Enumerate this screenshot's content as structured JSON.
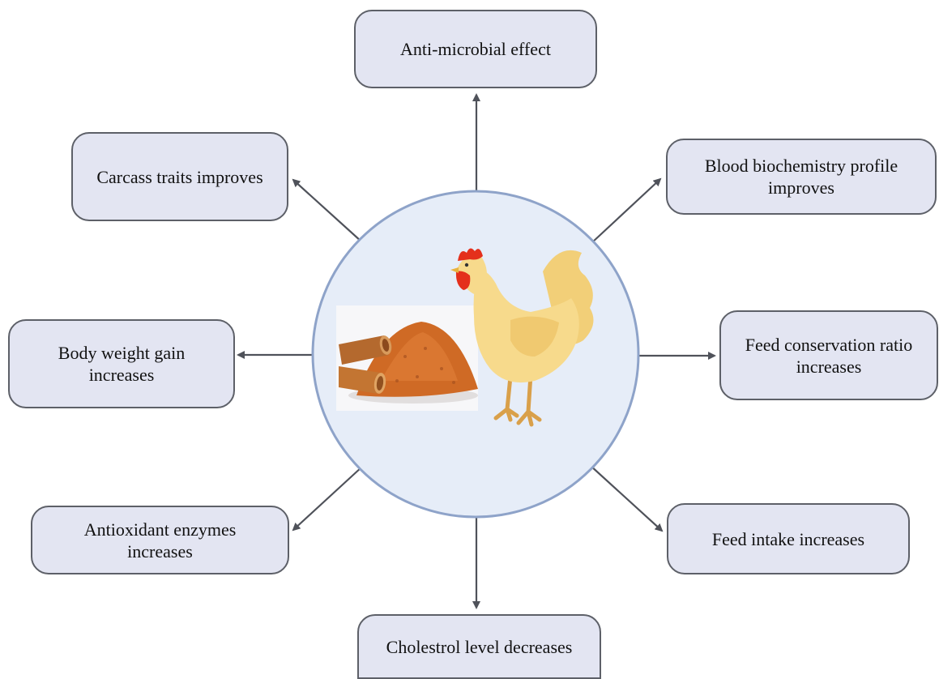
{
  "nodes": {
    "top": {
      "lines": [
        "Anti-microbial effect"
      ]
    },
    "top_right": {
      "lines": [
        "Blood biochemistry profile",
        "improves"
      ]
    },
    "right": {
      "lines": [
        "Feed conservation ratio",
        "increases"
      ]
    },
    "bottom_right": {
      "lines": [
        "Feed intake increases"
      ]
    },
    "bottom": {
      "lines": [
        "Cholestrol level decreases"
      ]
    },
    "bottom_left": {
      "lines": [
        "Antioxidant enzymes",
        "increases"
      ]
    },
    "left": {
      "lines": [
        "Body weight gain",
        "increases"
      ]
    },
    "top_left": {
      "lines": [
        "Carcass traits improves"
      ]
    }
  },
  "center": {
    "contents": [
      "cinnamon-powder-image",
      "rooster-illustration"
    ]
  },
  "colors": {
    "box_fill": "#e3e5f2",
    "box_border": "#5d6068",
    "arrow": "#4f525a",
    "circle_fill": "#e6edf8",
    "circle_border": "#8ea3c9",
    "rooster_body": "#f7da8c",
    "rooster_comb": "#e4301c",
    "cinnamon": "#cf6a25"
  }
}
